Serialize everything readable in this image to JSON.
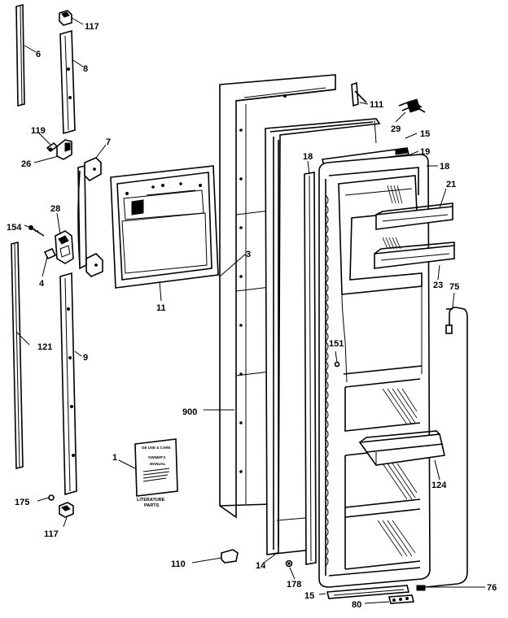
{
  "diagram": {
    "callouts": [
      {
        "id": "c117a",
        "text": "117"
      },
      {
        "id": "c6",
        "text": "6"
      },
      {
        "id": "c8",
        "text": "8"
      },
      {
        "id": "c119",
        "text": "119"
      },
      {
        "id": "c26",
        "text": "26"
      },
      {
        "id": "c7",
        "text": "7"
      },
      {
        "id": "c28",
        "text": "28"
      },
      {
        "id": "c154",
        "text": "154"
      },
      {
        "id": "c4",
        "text": "4"
      },
      {
        "id": "c121",
        "text": "121"
      },
      {
        "id": "c9",
        "text": "9"
      },
      {
        "id": "c11",
        "text": "11"
      },
      {
        "id": "c3",
        "text": "3"
      },
      {
        "id": "c1",
        "text": "1"
      },
      {
        "id": "c175",
        "text": "175"
      },
      {
        "id": "c117b",
        "text": "117"
      },
      {
        "id": "c900",
        "text": "900"
      },
      {
        "id": "c110",
        "text": "110"
      },
      {
        "id": "c14",
        "text": "14"
      },
      {
        "id": "c178",
        "text": "178"
      },
      {
        "id": "c15b",
        "text": "15"
      },
      {
        "id": "c80",
        "text": "80"
      },
      {
        "id": "c76",
        "text": "76"
      },
      {
        "id": "c124",
        "text": "124"
      },
      {
        "id": "c151",
        "text": "151"
      },
      {
        "id": "c75",
        "text": "75"
      },
      {
        "id": "c23",
        "text": "23"
      },
      {
        "id": "c21",
        "text": "21"
      },
      {
        "id": "c18a",
        "text": "18"
      },
      {
        "id": "c18b",
        "text": "18"
      },
      {
        "id": "c19",
        "text": "19"
      },
      {
        "id": "c15a",
        "text": "15"
      },
      {
        "id": "c29",
        "text": "29"
      },
      {
        "id": "c111",
        "text": "111"
      }
    ],
    "literature_card": {
      "line1": "GE USE & CARE",
      "line2": "OWNER'S",
      "line3": "MANUAL",
      "caption_line1": "LITERATURE",
      "caption_line2": "PARTS"
    }
  }
}
